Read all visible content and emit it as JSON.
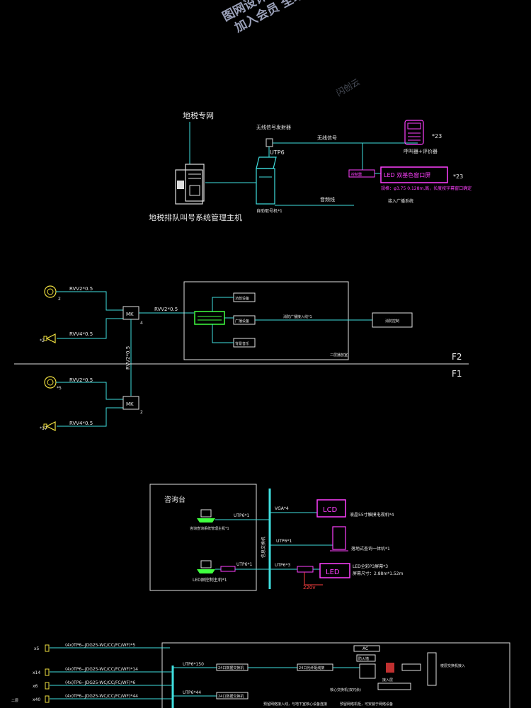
{
  "watermarks": {
    "top_line1": "图网设计",
    "top_line2": "加入会员 全站",
    "mid": "闪创云"
  },
  "section1": {
    "network_label": "地税专网",
    "host_label": "地税排队叫号系统管理主机",
    "wireless_transmitter": "无线信号发射器",
    "wireless_signal": "无线信号",
    "utp_label": "UTP6",
    "caller_label": "呼叫器+评价器",
    "caller_count": "*23",
    "led_label": "LED 双基色窗口屏",
    "led_count": "*23",
    "led_spec": "规格：φ3.75 0.128m,高，长度按字幕窗口确定",
    "kiosk_label": "自助取号机*1",
    "audio_label": "音频线",
    "broadcast_label": "接入广播系统",
    "controller_label": "控制器"
  },
  "section2": {
    "cable_top1": "RVV2*0.5",
    "cable_top2": "RVV4*0.5",
    "cable_bottom1": "RVV2*0.5",
    "cable_bottom2": "RVV4*0.5",
    "cable_mid": "RVV2*0.5",
    "cable_vertical": "RVV2*0.5",
    "speaker_top_count": "2",
    "horn_top_count": "*2",
    "speaker_bottom_count": "*5",
    "horn_bottom_count": "*17",
    "mk": "MK",
    "mk_top_num": "4",
    "mk_bottom_num": "2",
    "box1": "功放设备",
    "box2": "广播设备",
    "box3": "背景音乐",
    "link_label": "消防广播接入线*1",
    "right_box": "消防控制",
    "room_label": "二层播放室",
    "floor_f2": "F2",
    "floor_f1": "F1"
  },
  "section3": {
    "desk_label": "咨询台",
    "pc1_label": "咨询查询系统管理主机*1",
    "pc2_label": "LED屏控制主机*1",
    "utp1": "UTP6*1",
    "utp2": "UTP6*1",
    "bus_label": "信息交换机",
    "vga": "VGA*4",
    "lcd": "LCD",
    "lcd_note": "液晶55寸触摸电视机*4",
    "utp3": "UTP6*1",
    "kiosk_note": "落地式查询一体机*1",
    "utp4": "UTP6*3",
    "led": "LED",
    "led_note1": "LED全彩P3屏幕*3",
    "led_note2": "屏幕尺寸：2.88m*1.52m",
    "power": "220v"
  },
  "section4": {
    "rows": [
      {
        "mult": "x5",
        "cable": "(4x)TP6--JDG25-WC/CC/FC/WF)*5"
      },
      {
        "mult": "x14",
        "cable": "(4x)TP6--JDG25-WC/CC/FC/WF)*14"
      },
      {
        "mult": "x6",
        "cable": "(4x)TP6--JDG25-WC/CC/FC/WF)*6"
      },
      {
        "mult": "x40",
        "cable": "(4x)TP6--JDG25-WC/CC/FC/WF)*44"
      }
    ],
    "left_tag": "二层",
    "utp_a": "UTP6*150",
    "utp_b": "UTP6*44",
    "ac": "AC",
    "tag1": "24口数据交换机",
    "tag2": "24口数据交换机",
    "tag3": "24口光纤配线架",
    "tag4": "防火墙",
    "tag5": "接入层",
    "tag6": "楼层交换机接入",
    "note": "核心交换机(双冗余)",
    "bottom_note": "预留网络机柜，可安装于网络设备",
    "bottom_note2": "预留网络接入线，与地下室核心设备连接"
  }
}
